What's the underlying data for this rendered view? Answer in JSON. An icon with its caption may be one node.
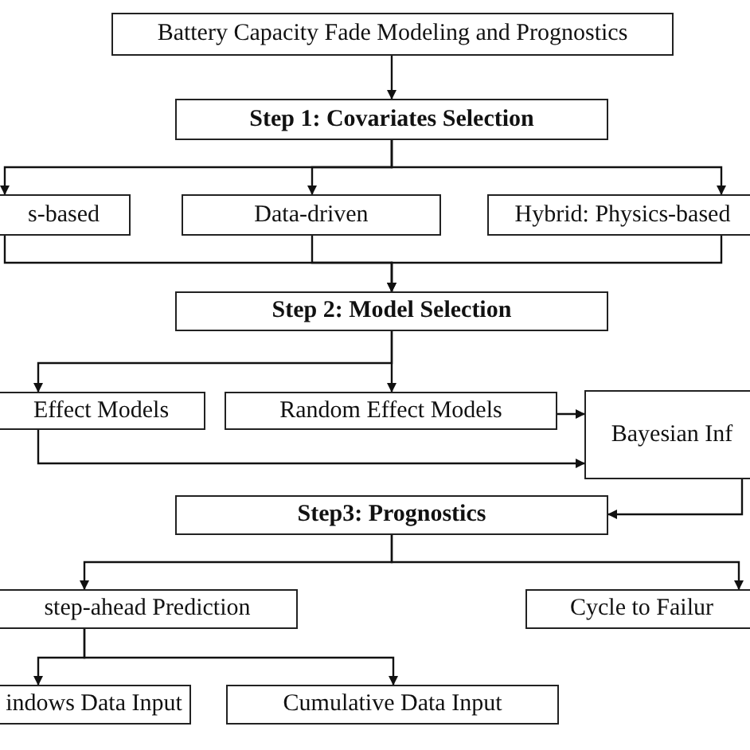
{
  "diagram": {
    "nodes": [
      {
        "text": [
          "Battery Capacity Fade Modeling and Prognostics"
        ]
      },
      {
        "text": [
          "Step 1: Covariates Selection"
        ]
      },
      {
        "text": [
          "s-based"
        ]
      },
      {
        "text": [
          "Data-driven"
        ]
      },
      {
        "text": [
          "Hybrid: Physics-based"
        ]
      },
      {
        "text": [
          "Step 2: Model Selection"
        ]
      },
      {
        "text": [
          "Effect Models"
        ]
      },
      {
        "text": [
          "Random Effect Models"
        ]
      },
      {
        "text": [
          "Bayesian Inf"
        ]
      },
      {
        "text": [
          "Step3: Prognostics"
        ]
      },
      {
        "text": [
          "step-ahead Prediction"
        ]
      },
      {
        "text": [
          "Cycle to Failur"
        ]
      },
      {
        "text": [
          "indows Data Input"
        ]
      },
      {
        "text": [
          "Cumulative Data Input"
        ]
      }
    ],
    "edges": [
      {
        "from": 0,
        "to": 1,
        "arrow": "to"
      },
      {
        "from": 1,
        "to": 2,
        "arrow": "to"
      },
      {
        "from": 1,
        "to": 3,
        "arrow": "to"
      },
      {
        "from": 1,
        "to": 4,
        "arrow": "to"
      },
      {
        "from": 2,
        "to": 5,
        "arrow": "to"
      },
      {
        "from": 3,
        "to": 5,
        "arrow": "to"
      },
      {
        "from": 4,
        "to": 5,
        "arrow": "to"
      },
      {
        "from": 5,
        "to": 6,
        "arrow": "to"
      },
      {
        "from": 5,
        "to": 7,
        "arrow": "to"
      },
      {
        "from": 7,
        "to": 8,
        "arrow": "to"
      },
      {
        "from": 6,
        "to": 8,
        "arrow": "to"
      },
      {
        "from": 8,
        "to": 9,
        "arrow": "to"
      },
      {
        "from": 9,
        "to": 10,
        "arrow": "to"
      },
      {
        "from": 9,
        "to": 11,
        "arrow": "to"
      },
      {
        "from": 10,
        "to": 12,
        "arrow": "to"
      },
      {
        "from": 10,
        "to": 13,
        "arrow": "to"
      }
    ]
  }
}
